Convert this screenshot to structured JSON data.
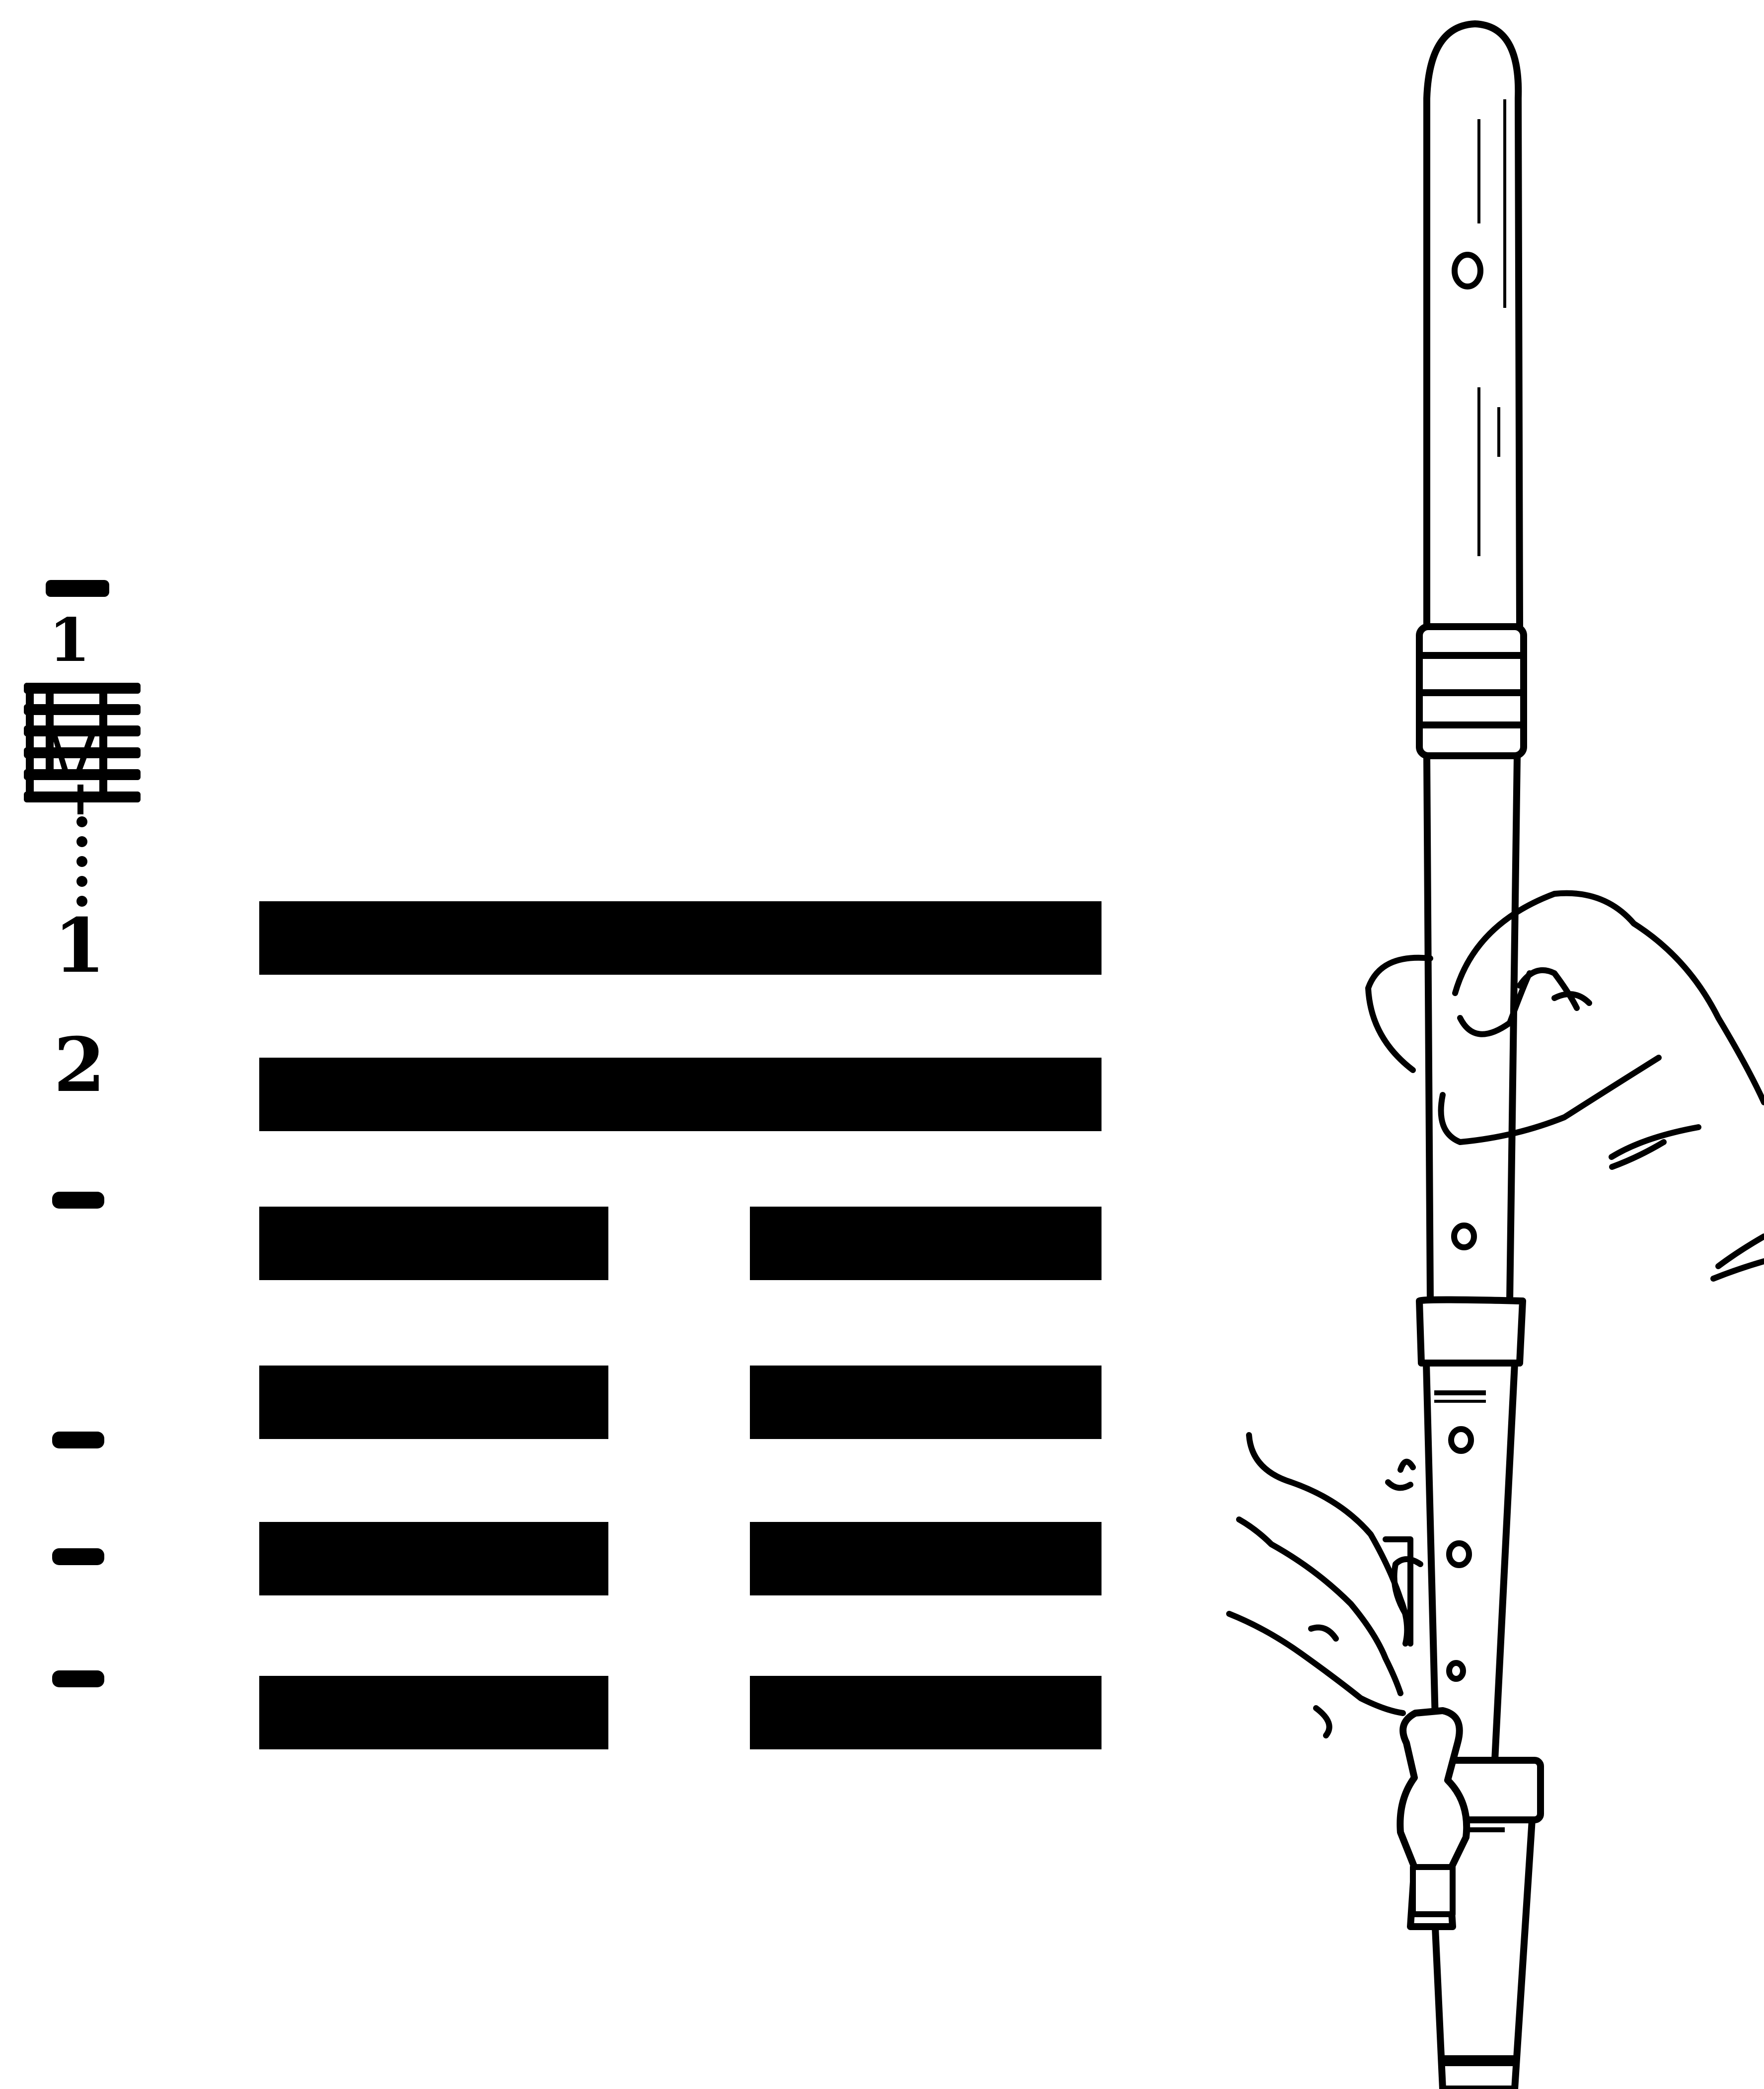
{
  "notation": {
    "digit_top": "1",
    "row_labels": [
      "1",
      "2"
    ]
  },
  "hexagram": {
    "lines_top_to_bottom": [
      "solid",
      "solid",
      "broken",
      "broken",
      "broken",
      "broken"
    ]
  },
  "colors": {
    "ink": "#000000",
    "paper": "#ffffff",
    "flute": "#ffffff"
  },
  "icons": {
    "flute": "recorder-flute-icon",
    "hands": "hands-holding-flute-icon"
  }
}
